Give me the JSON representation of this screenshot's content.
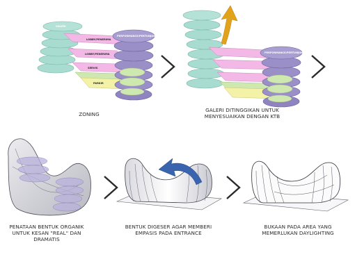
{
  "steps": [
    {
      "caption_lines": [
        "ZONING"
      ]
    },
    {
      "caption_lines": [
        "GALERI DITINGGIKAN UNTUK",
        "MENYESUAIKAN DENGAN KTB"
      ]
    },
    {
      "caption_lines": [
        "PENATAAN BENTUK ORGANIK",
        "UNTUK KESAN \"REAL\" DAN",
        "DRAMATIS"
      ]
    },
    {
      "caption_lines": [
        "BENTUK DIGESER AGAR MEMBERI",
        "EMPASIS PADA ENTRANCE"
      ]
    },
    {
      "caption_lines": [
        "BUKAAN PADA AREA YANG",
        "MEMERLUKAN DAYLIGHTING"
      ]
    }
  ],
  "zone_labels": {
    "galeri": "GALERI",
    "performing": "PERFORMANCE/PERTUNJUKAN",
    "lobby": "LOBBY/PENERIMA",
    "servis": "SERVIS",
    "parkir": "PARKIR"
  },
  "colors": {
    "galeri": "#a8dcd0",
    "performing": "#9b8fc7",
    "pink": "#f3b8e6",
    "green": "#cfe8b0",
    "yellow": "#f3f2a6",
    "arrow_orange": "#e2a21a",
    "arrow_blue": "#3a64ad",
    "chevron": "#2b2b2b"
  }
}
